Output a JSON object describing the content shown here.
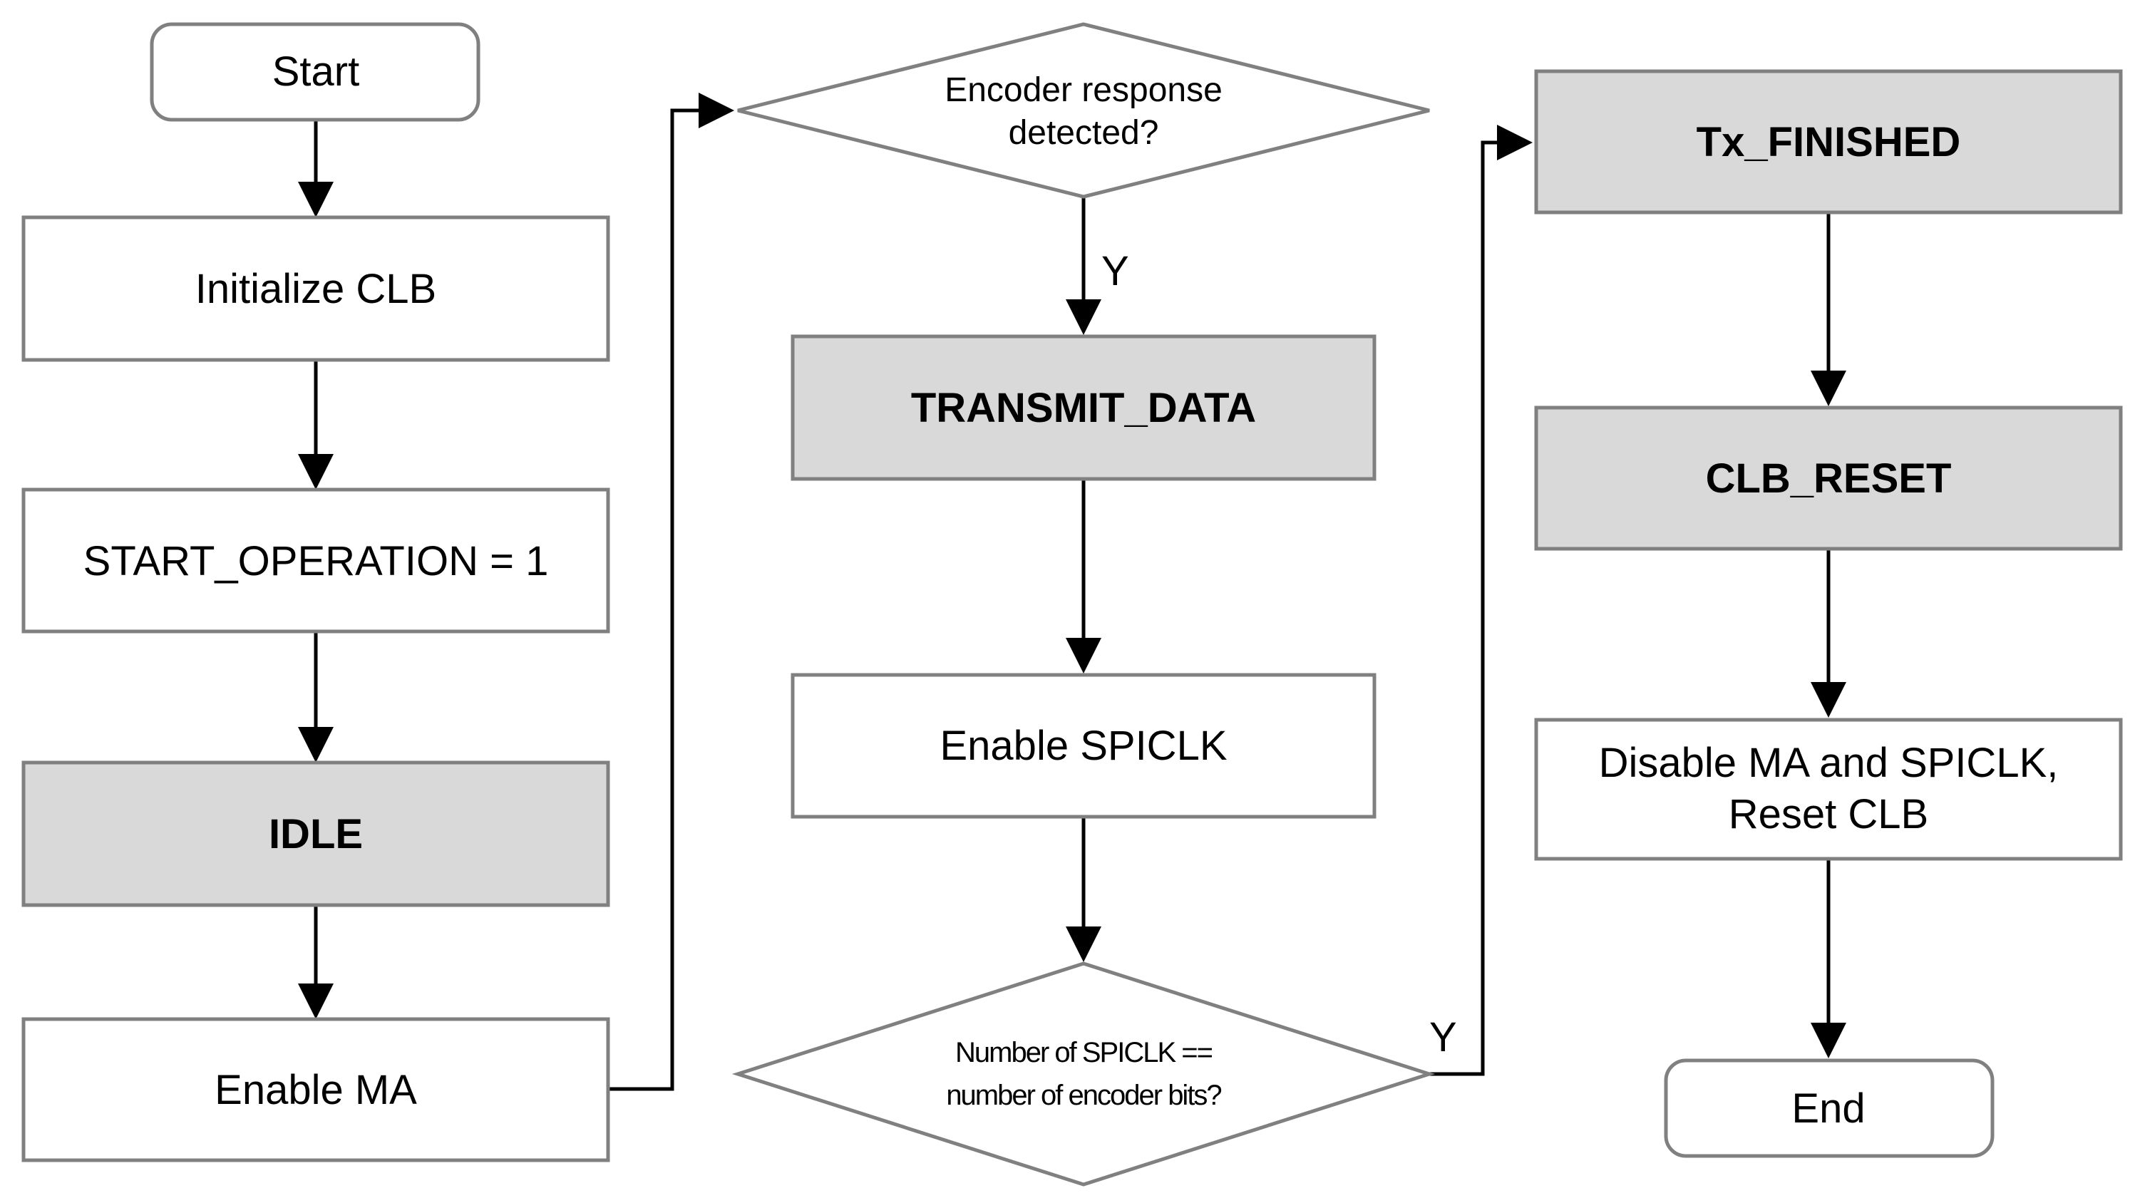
{
  "nodes": {
    "start": "Start",
    "init_clb": "Initialize CLB",
    "start_operation": "START_OPERATION = 1",
    "idle": "IDLE",
    "enable_ma": "Enable MA",
    "encoder_response": [
      "Encoder response",
      "detected?"
    ],
    "transmit_data": "TRANSMIT_DATA",
    "enable_spiclk": "Enable SPICLK",
    "spiclk_count": [
      "Number of SPICLK ==",
      "number of encoder bits?"
    ],
    "tx_finished": "Tx_FINISHED",
    "clb_reset": "CLB_RESET",
    "disable_reset": [
      "Disable MA and SPICLK,",
      "Reset CLB"
    ],
    "end": "End"
  },
  "edge_labels": {
    "encoder_yes": "Y",
    "spiclk_yes": "Y"
  },
  "colors": {
    "state_fill": "#d9d9d9",
    "border": "#808080",
    "line": "#000000"
  }
}
